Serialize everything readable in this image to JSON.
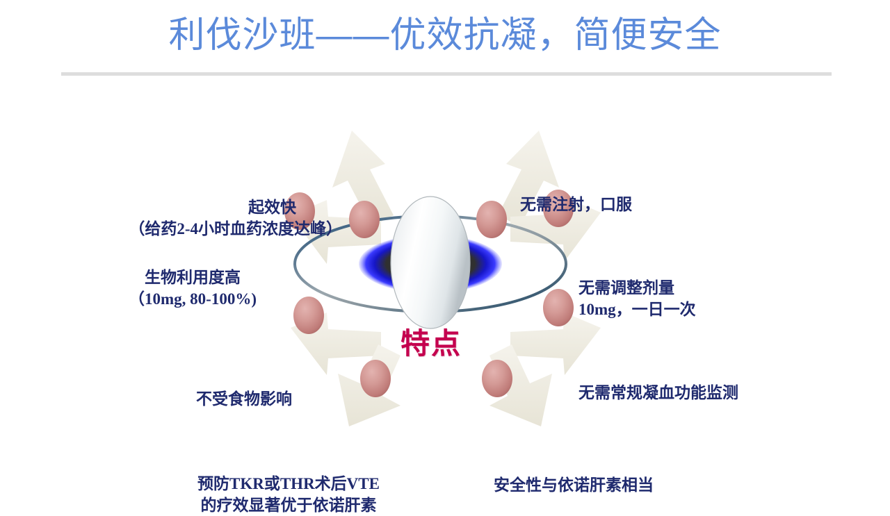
{
  "slide": {
    "title": "利伐沙班——优效抗凝，简便安全",
    "title_color": "#5b8ada",
    "background_color": "#ffffff",
    "divider_color": "#dddddd"
  },
  "diagram": {
    "type": "radial-hub-and-spoke",
    "center": {
      "label": "特点",
      "label_color": "#c4004e",
      "outer_ring_color": "#1f4e79",
      "inner_disc_color": "#333333",
      "inner_glow_color": "#2020ee"
    },
    "node_color": "#c98080",
    "arrow_color": "#efede2",
    "label_color": "#1f2a6e",
    "nodes": [
      {
        "id": "onset",
        "position": "top-left",
        "lines": [
          "起效快",
          "（给药2-4小时血药浓度达峰）"
        ]
      },
      {
        "id": "oral",
        "position": "top-right",
        "lines": [
          "无需注射，口服"
        ]
      },
      {
        "id": "bioavailability",
        "position": "upper-left",
        "lines": [
          "生物利用度高",
          "（10mg, 80-100%)"
        ]
      },
      {
        "id": "dose",
        "position": "upper-right",
        "lines": [
          "无需调整剂量",
          "10mg，一日一次"
        ]
      },
      {
        "id": "food",
        "position": "lower-left",
        "lines": [
          "不受食物影响"
        ]
      },
      {
        "id": "monitoring",
        "position": "lower-right",
        "lines": [
          "无需常规凝血功能监测"
        ]
      },
      {
        "id": "prevention",
        "position": "bottom-left",
        "lines": [
          "预防TKR或THR术后VTE",
          "的疗效显著优于依诺肝素"
        ]
      },
      {
        "id": "safety",
        "position": "bottom-right",
        "lines": [
          "安全性与依诺肝素相当"
        ]
      }
    ]
  }
}
